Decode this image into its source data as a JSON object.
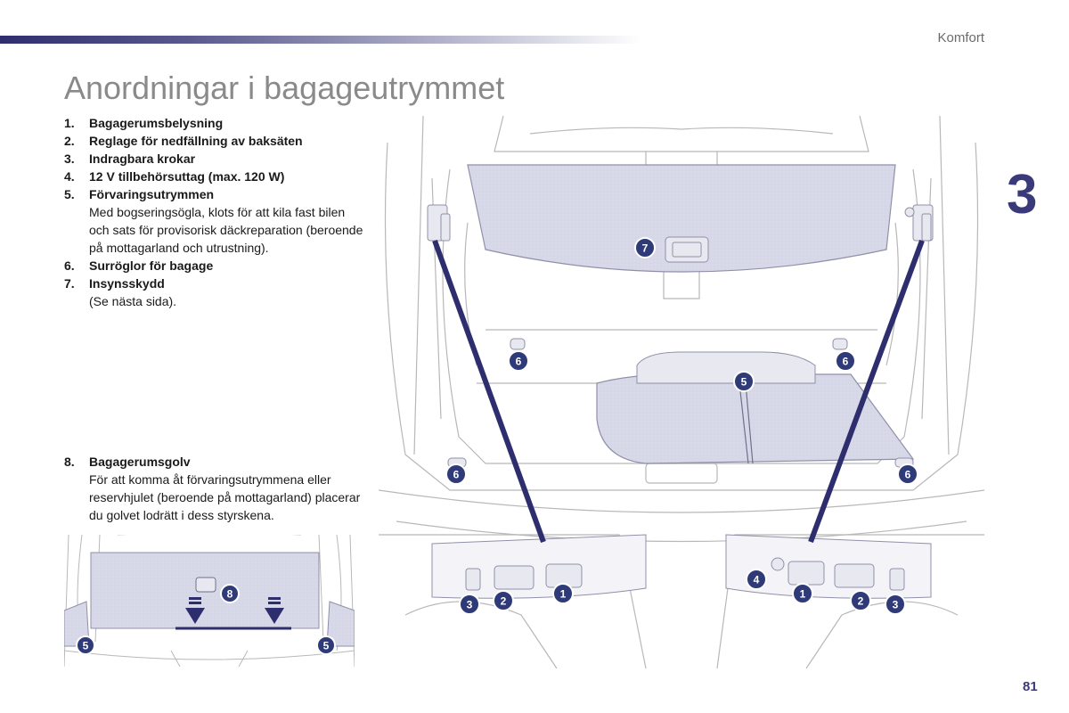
{
  "header": {
    "section": "Komfort",
    "title": "Anordningar i bagageutrymmet",
    "chapter": "3",
    "page": "81"
  },
  "items": [
    {
      "num": "1.",
      "label": "Bagagerumsbelysning",
      "desc": ""
    },
    {
      "num": "2.",
      "label": "Reglage för nedfällning av baksäten",
      "desc": ""
    },
    {
      "num": "3.",
      "label": "Indragbara krokar",
      "desc": ""
    },
    {
      "num": "4.",
      "label": "12 V tillbehörsuttag (max. 120 W)",
      "desc": ""
    },
    {
      "num": "5.",
      "label": "Förvaringsutrymmen",
      "desc": "Med bogseringsögla, klots för att kila fast bilen och sats för provisorisk däckreparation (beroende på mottagarland och utrustning)."
    },
    {
      "num": "6.",
      "label": "Surröglor för bagage",
      "desc": ""
    },
    {
      "num": "7.",
      "label": "Insynsskydd",
      "desc": "(Se nästa sida)."
    }
  ],
  "floor_item": {
    "num": "8.",
    "label": "Bagagerumsgolv",
    "desc": "För att komma åt förvaringsutrymmena eller reservhjulet (beroende på mottagarland) placerar du golvet lodrätt i dess styrskena."
  },
  "callouts": {
    "main": [
      "7",
      "6",
      "6",
      "5",
      "6",
      "6",
      "3",
      "2",
      "1",
      "4",
      "1",
      "2",
      "3"
    ],
    "small": [
      "8",
      "5",
      "5"
    ]
  },
  "colors": {
    "accent": "#2e2e6e",
    "callout_fill": "#2f3a78",
    "panel_fill": "#d6d7e6",
    "line": "#b8b8b8",
    "title_gray": "#8a8a8a"
  }
}
